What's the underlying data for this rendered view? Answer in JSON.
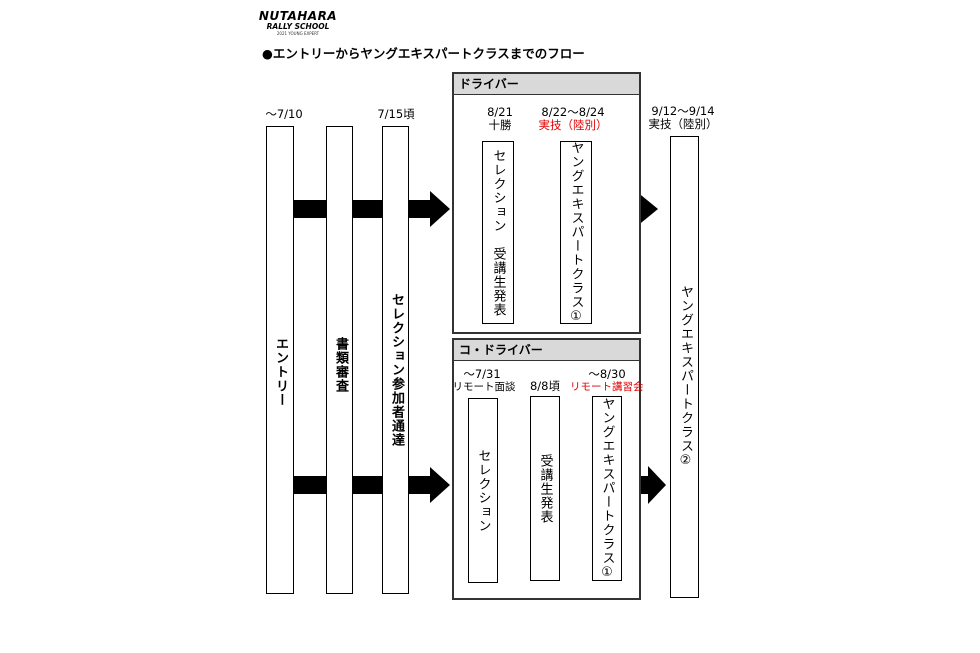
{
  "logo": {
    "main": "NUTAHARA",
    "sub": "RALLY SCHOOL",
    "tag": "2021 YOUNG EXPERT"
  },
  "heading": "●エントリーからヤングエキスパートクラスまでのフロー",
  "timeline": {
    "entry_date": "～7/10",
    "selection_date": "7/15頃",
    "final_date": "9/12～9/14",
    "final_note": "実技（陸別）"
  },
  "columns": {
    "entry": "エントリー",
    "screening": "書類審査",
    "passed": "セレクション参加者通達",
    "final": "ヤングエキスパートクラス②"
  },
  "driver": {
    "title": "ドライバー",
    "date1": "8/21",
    "date1_note": "十勝",
    "date2": "8/22～8/24",
    "date2_note": "実技（陸別）",
    "box1": "セレクション　受講生発表",
    "box2": "ヤングエキスパートクラス①"
  },
  "codriver": {
    "title": "コ・ドライバー",
    "date1": "～7/31",
    "date1_note": "リモート面談",
    "date2": "8/8頃",
    "date3": "～8/30",
    "date3_note": "リモート講習会",
    "box1": "セレクション",
    "box2": "受講生発表",
    "box3": "ヤングエキスパートクラス①"
  },
  "colors": {
    "red": "#e00000",
    "panel_header": "#d9d9d9",
    "arrow": "#000000"
  }
}
